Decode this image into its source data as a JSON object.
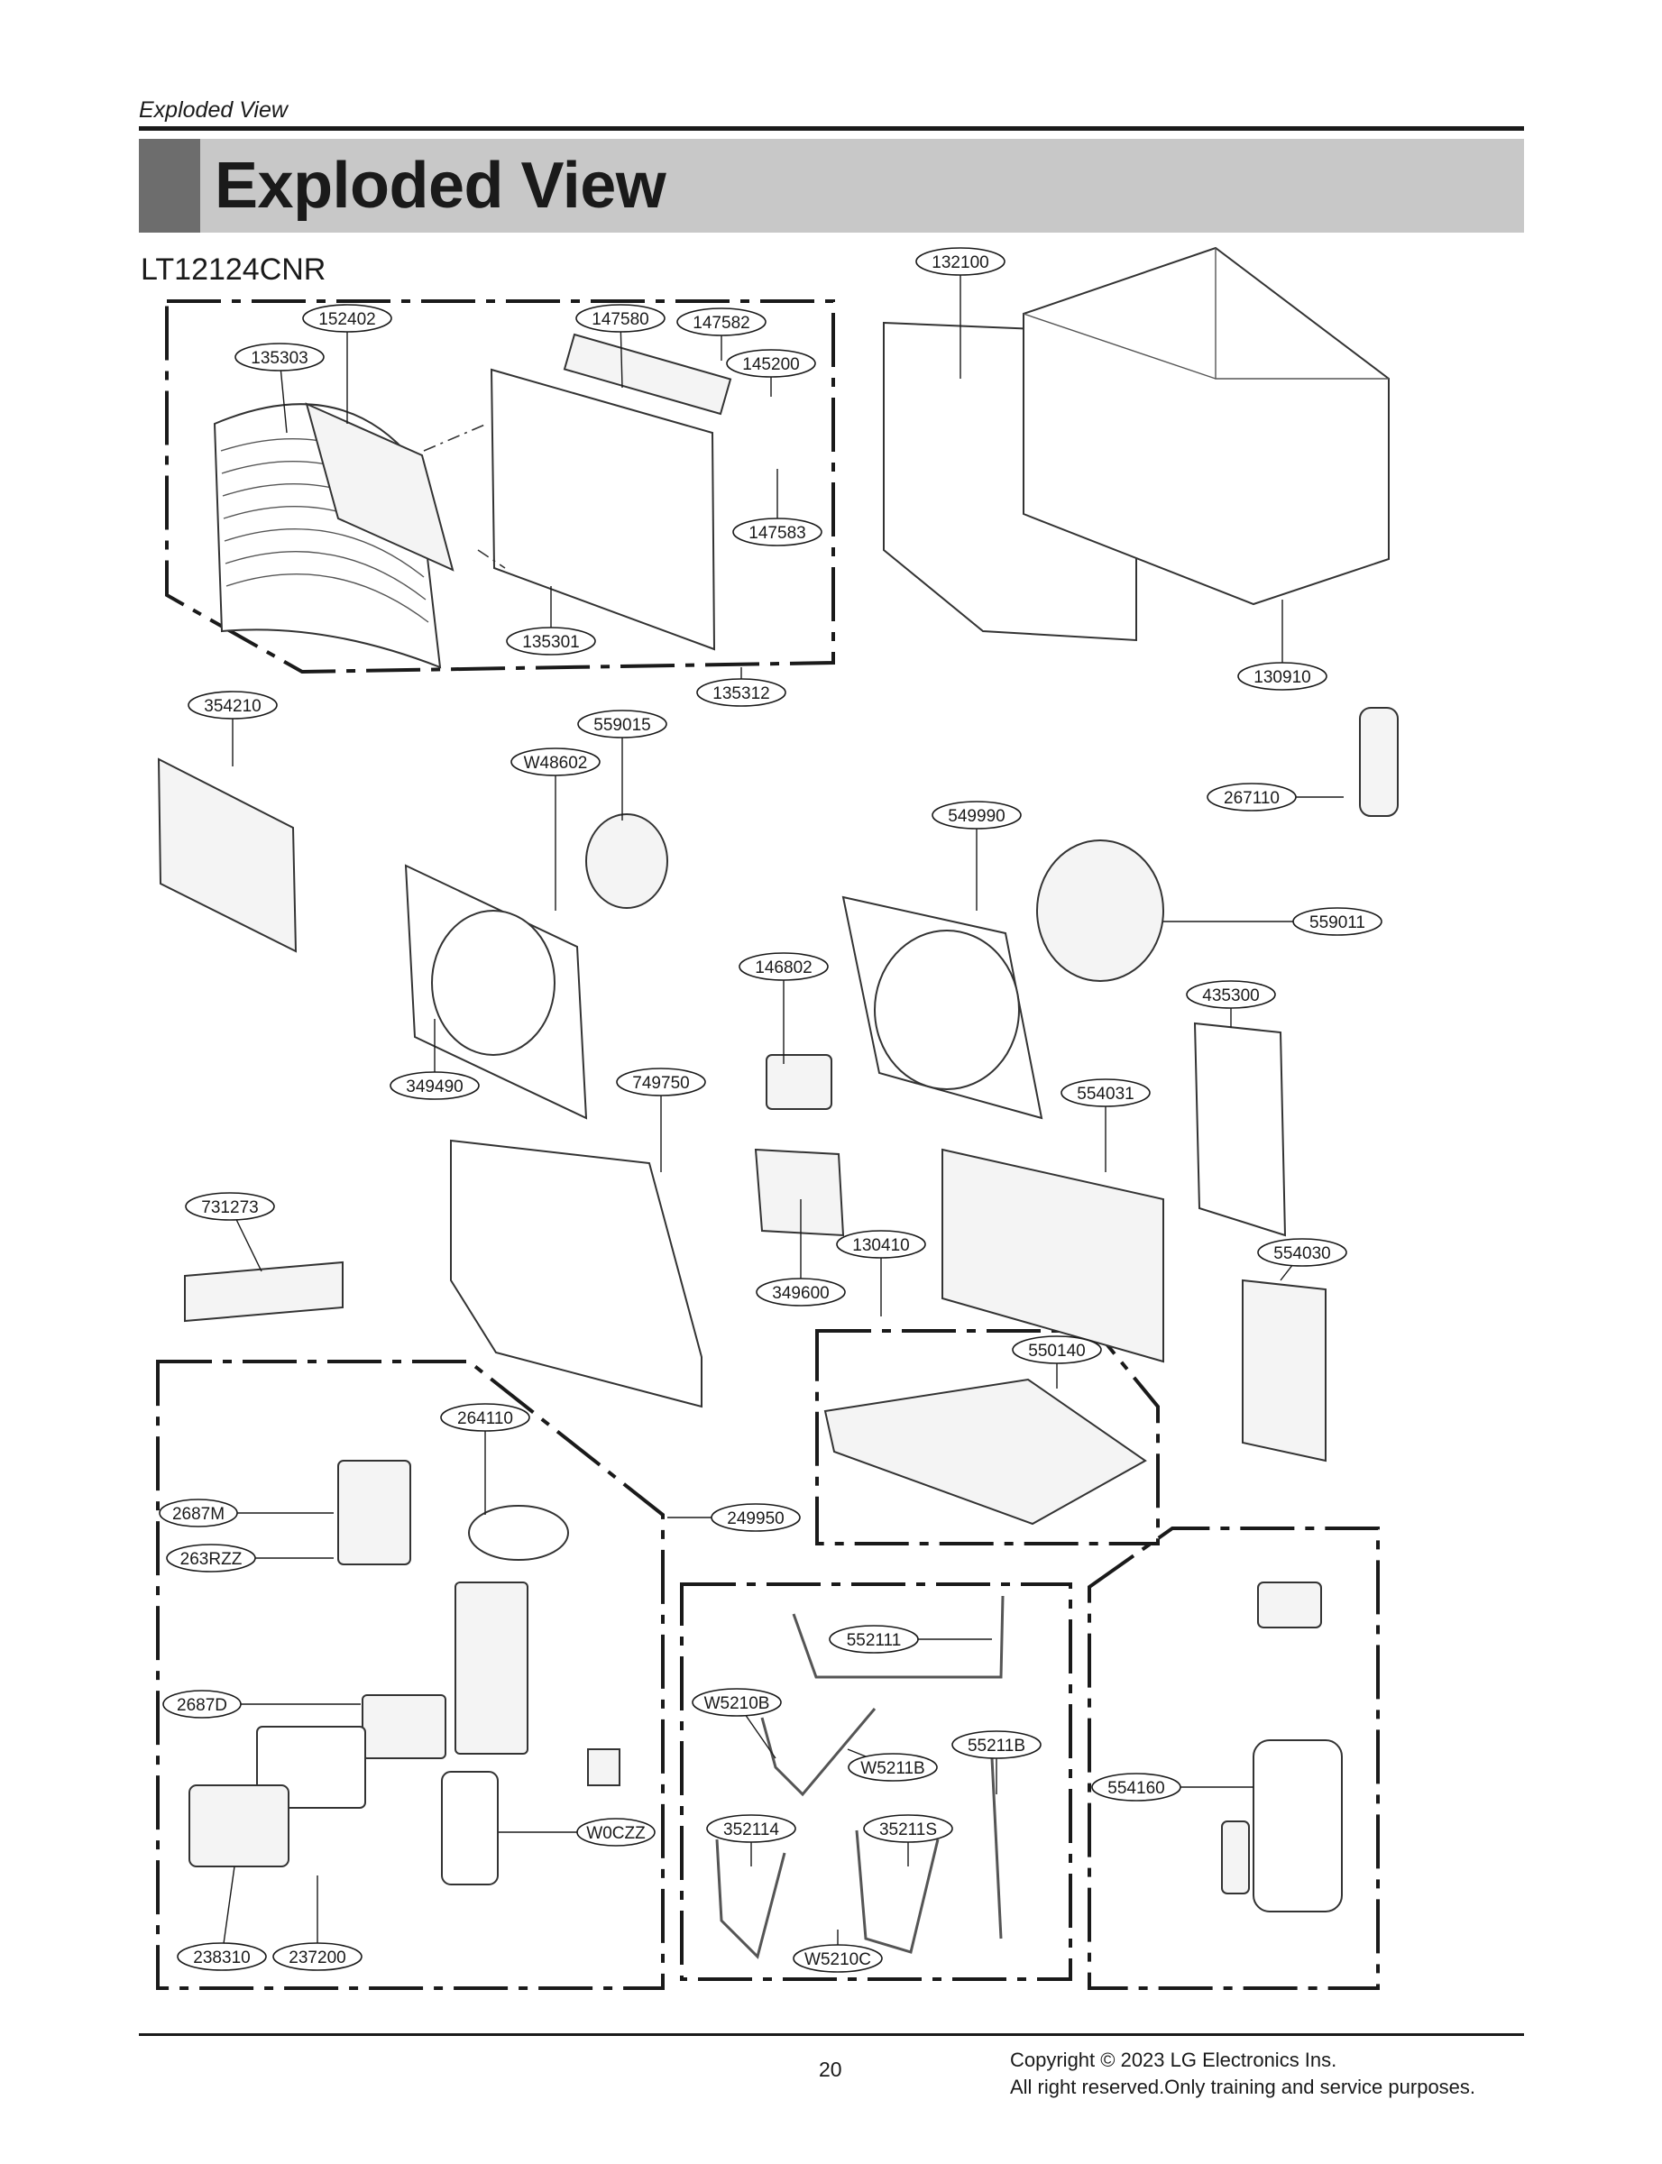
{
  "header": {
    "section": "Exploded View",
    "title": "Exploded View",
    "model": "LT12124CNR"
  },
  "callouts": [
    {
      "id": "c01",
      "label": "132100"
    },
    {
      "id": "c02",
      "label": "152402"
    },
    {
      "id": "c03",
      "label": "147580"
    },
    {
      "id": "c04",
      "label": "147582"
    },
    {
      "id": "c05",
      "label": "135303"
    },
    {
      "id": "c06",
      "label": "145200"
    },
    {
      "id": "c07",
      "label": "147583"
    },
    {
      "id": "c08",
      "label": "135301"
    },
    {
      "id": "c09",
      "label": "135312"
    },
    {
      "id": "c10",
      "label": "130910"
    },
    {
      "id": "c11",
      "label": "354210"
    },
    {
      "id": "c12",
      "label": "559015"
    },
    {
      "id": "c13",
      "label": "W48602"
    },
    {
      "id": "c14",
      "label": "267110"
    },
    {
      "id": "c15",
      "label": "549990"
    },
    {
      "id": "c16",
      "label": "559011"
    },
    {
      "id": "c17",
      "label": "146802"
    },
    {
      "id": "c18",
      "label": "435300"
    },
    {
      "id": "c19",
      "label": "349490"
    },
    {
      "id": "c20",
      "label": "749750"
    },
    {
      "id": "c21",
      "label": "554031"
    },
    {
      "id": "c22",
      "label": "731273"
    },
    {
      "id": "c23",
      "label": "130410"
    },
    {
      "id": "c24",
      "label": "554030"
    },
    {
      "id": "c25",
      "label": "349600"
    },
    {
      "id": "c26",
      "label": "550140"
    },
    {
      "id": "c27",
      "label": "264110"
    },
    {
      "id": "c28",
      "label": "2687M"
    },
    {
      "id": "c29",
      "label": "249950"
    },
    {
      "id": "c30",
      "label": "263RZZ"
    },
    {
      "id": "c31",
      "label": "552111"
    },
    {
      "id": "c32",
      "label": "2687D"
    },
    {
      "id": "c33",
      "label": "W5210B"
    },
    {
      "id": "c34",
      "label": "55211B"
    },
    {
      "id": "c35",
      "label": "W5211B"
    },
    {
      "id": "c36",
      "label": "554160"
    },
    {
      "id": "c37",
      "label": "352114"
    },
    {
      "id": "c38",
      "label": "35211S"
    },
    {
      "id": "c39",
      "label": "W0CZZ"
    },
    {
      "id": "c40",
      "label": "W5210C"
    },
    {
      "id": "c41",
      "label": "238310"
    },
    {
      "id": "c42",
      "label": "237200"
    }
  ],
  "footer": {
    "page": "20",
    "copyright": "Copyright © 2023 LG Electronics Ins.",
    "rights": "All right reserved.Only training and service purposes."
  }
}
